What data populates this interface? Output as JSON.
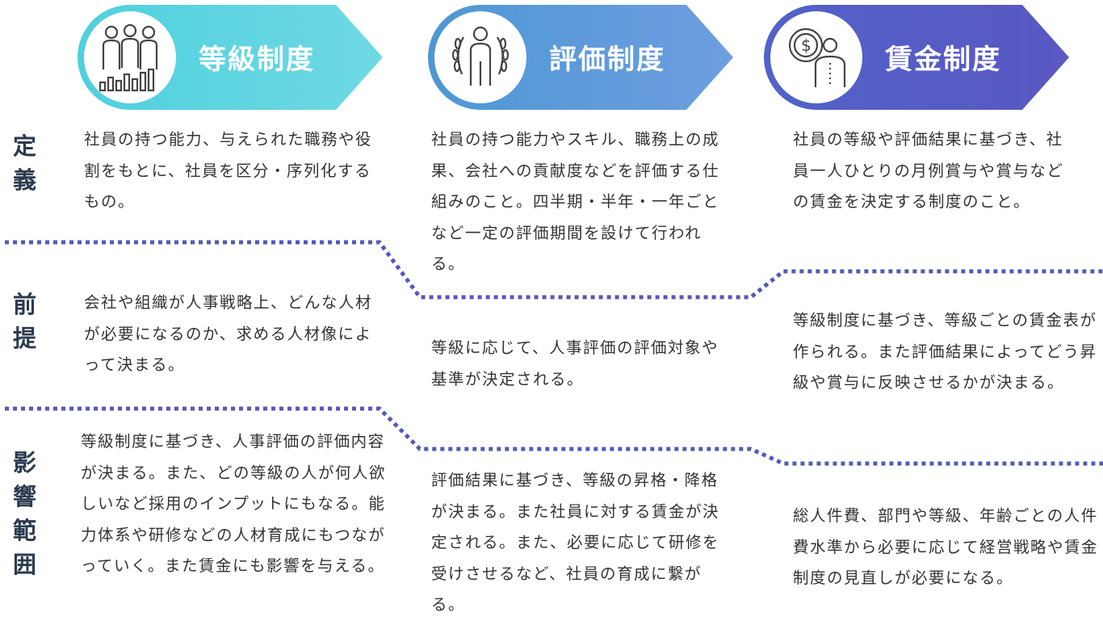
{
  "columns": [
    {
      "title": "等級制度",
      "icon": "people-group-chart-icon",
      "color_start": "#4fd0de",
      "color_end": "#6fd9e4"
    },
    {
      "title": "評価制度",
      "icon": "laurel-person-icon",
      "color_start": "#4e97d4",
      "color_end": "#6e9ee0"
    },
    {
      "title": "賃金制度",
      "icon": "money-person-icon",
      "color_start": "#5162c9",
      "color_end": "#5a58c2"
    }
  ],
  "rows": [
    {
      "label": [
        "定",
        "義"
      ]
    },
    {
      "label": [
        "前",
        "提"
      ]
    },
    {
      "label": [
        "影",
        "響",
        "範",
        "囲"
      ]
    }
  ],
  "cells": {
    "grade_definition": "社員の持つ能力、与えられた職務や役割をもとに、社員を区分・序列化するもの。",
    "evaluation_definition": "社員の持つ能力やスキル、職務上の成果、会社への貢献度などを評価する仕組みのこと。四半期・半年・一年ごとなど一定の評価期間を設けて行われる。",
    "wage_definition": "社員の等級や評価結果に基づき、社員一人ひとりの月例賞与や賞与などの賃金を決定する制度のこと。",
    "grade_premise": "会社や組織が人事戦略上、どんな人材が必要になるのか、求める人材像によって決まる。",
    "evaluation_premise": "等級に応じて、人事評価の評価対象や基準が決定される。",
    "wage_premise": "等級制度に基づき、等級ごとの賃金表が作られる。また評価結果によってどう昇級や賞与に反映させるかが決まる。",
    "grade_scope": "等級制度に基づき、人事評価の評価内容が決まる。また、どの等級の人が何人欲しいなど採用のインプットにもなる。能力体系や研修などの人材育成にもつながっていく。また賃金にも影響を与える。",
    "evaluation_scope": "評価結果に基づき、等級の昇格・降格が決まる。また社員に対する賃金が決定される。また、必要に応じて研修を受けさせるなど、社員の育成に繋がる。",
    "wage_scope": "総人件費、部門や等級、年齢ごとの人件費水準から必要に応じて経営戦略や賃金制度の見直しが必要になる。"
  },
  "divider_color": "#5558b8"
}
